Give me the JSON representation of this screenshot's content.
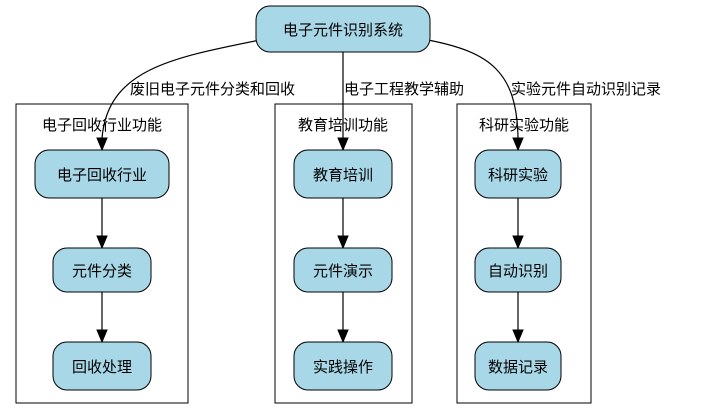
{
  "root": {
    "label": "电子元件识别系统"
  },
  "edge_labels": {
    "recycle": "废旧电子元件分类和回收",
    "education": "电子工程教学辅助",
    "research": "实验元件自动识别记录"
  },
  "clusters": [
    {
      "title": "电子回收行业功能",
      "nodes": [
        "电子回收行业",
        "元件分类",
        "回收处理"
      ]
    },
    {
      "title": "教育培训功能",
      "nodes": [
        "教育培训",
        "元件演示",
        "实践操作"
      ]
    },
    {
      "title": "科研实验功能",
      "nodes": [
        "科研实验",
        "自动识别",
        "数据记录"
      ]
    }
  ],
  "colors": {
    "node_fill": "#a8d8e8",
    "stroke": "#000000"
  }
}
